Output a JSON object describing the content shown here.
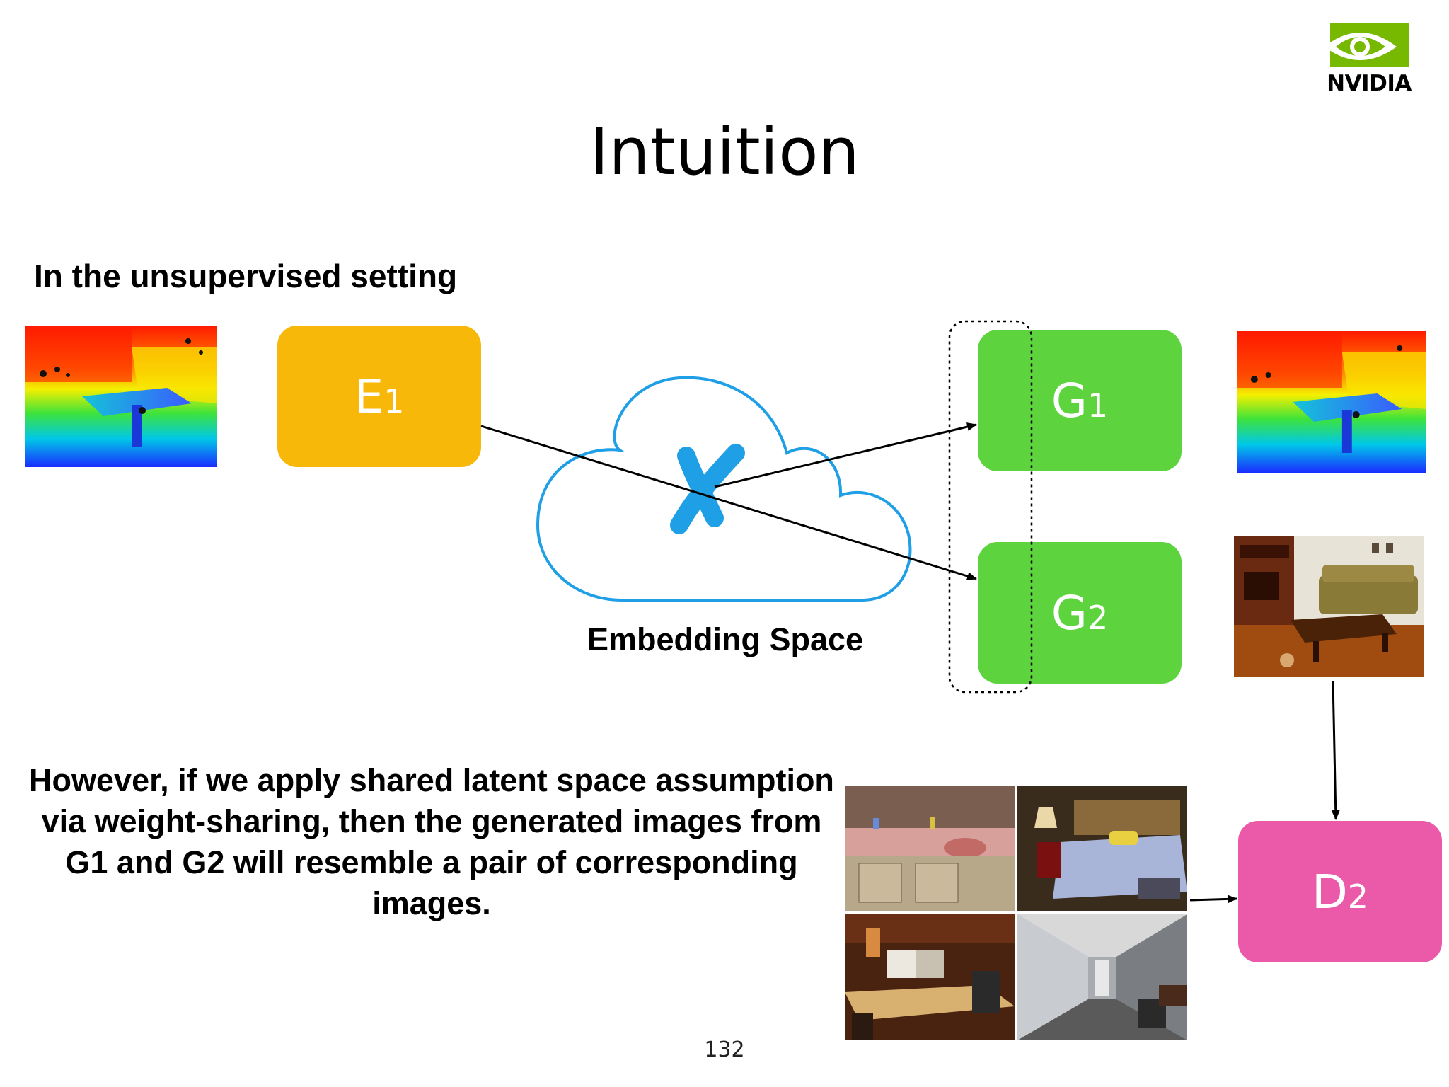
{
  "brand": {
    "logo_text": "NVIDIA"
  },
  "slide": {
    "title": "Intuition",
    "subtitle": "In the unsupervised setting",
    "embedding_label": "Embedding Space",
    "note": "However, if we apply shared latent space assumption via weight-sharing, then the generated images from G1 and G2 will resemble a pair of corresponding images.",
    "page_number": "132"
  },
  "boxes": {
    "e1": {
      "letter": "E",
      "sub": "1",
      "color": "#f7b80a"
    },
    "g1": {
      "letter": "G",
      "sub": "1",
      "color": "#5dd43e"
    },
    "g2": {
      "letter": "G",
      "sub": "2",
      "color": "#5dd43e"
    },
    "d2": {
      "letter": "D",
      "sub": "2",
      "color": "#ea5aa8"
    }
  },
  "colors": {
    "cloud": "#1f9fe6",
    "cross": "#1f9fe6",
    "arrow": "#000000",
    "nvidia_green": "#76b900"
  },
  "images": {
    "depth_input": "depth-map",
    "depth_output": "depth-map",
    "room_output": "living-room-photo",
    "real_grid": [
      "bathroom-photo",
      "bedroom-photo",
      "office-photo",
      "corridor-photo"
    ]
  }
}
